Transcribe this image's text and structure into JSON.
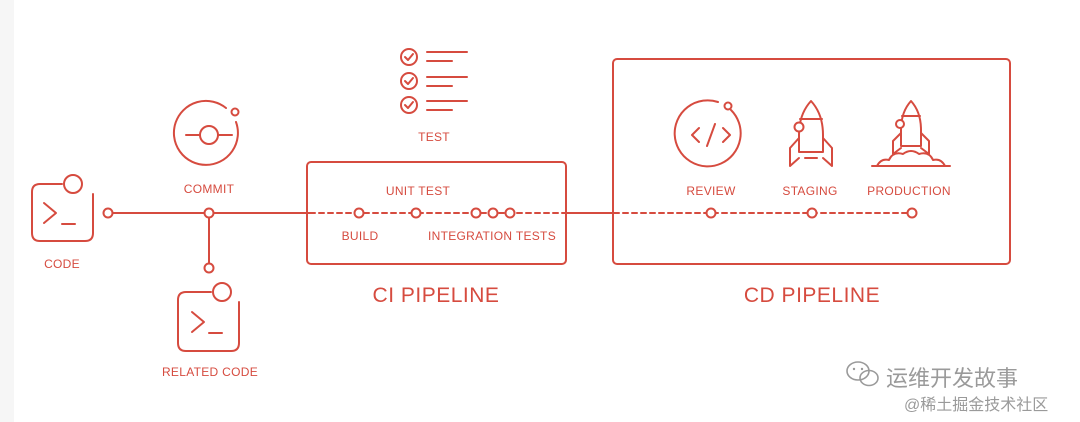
{
  "colors": {
    "accent": "#d64b3f",
    "watermark": "#9a9a9a",
    "background": "#ffffff"
  },
  "labels": {
    "code": "CODE",
    "commit": "COMMIT",
    "related_code": "RELATED CODE",
    "test": "TEST",
    "unit_test": "UNIT TEST",
    "build": "BUILD",
    "integration_tests": "INTEGRATION TESTS",
    "review": "REVIEW",
    "staging": "STAGING",
    "production": "PRODUCTION",
    "ci_pipeline": "CI PIPELINE",
    "cd_pipeline": "CD PIPELINE"
  },
  "icons": {
    "code": "terminal-icon",
    "related_code": "terminal-icon",
    "commit": "commit-icon",
    "test": "checklist-icon",
    "review": "code-brackets-icon",
    "staging": "rocket-icon",
    "production": "rocket-launch-icon"
  },
  "watermark": {
    "line1": "运维开发故事",
    "line2": "@稀土掘金技术社区"
  }
}
